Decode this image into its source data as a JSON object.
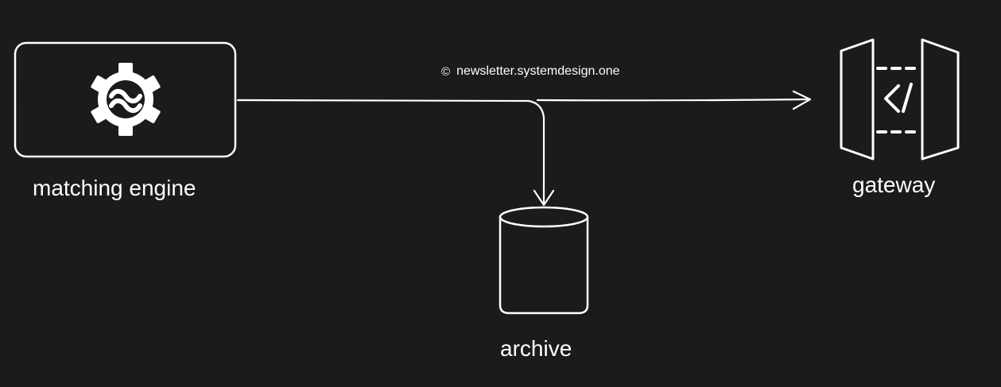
{
  "diagram": {
    "nodes": {
      "matching_engine": {
        "label": "matching engine",
        "icon": "gear-icon"
      },
      "gateway": {
        "label": "gateway",
        "icon": "api-gateway-icon"
      },
      "archive": {
        "label": "archive",
        "icon": "database-cylinder-icon"
      }
    },
    "edges": [
      {
        "from": "matching engine",
        "to": "gateway"
      },
      {
        "from": "matching engine",
        "to": "archive"
      }
    ],
    "watermark": {
      "symbol": "©",
      "text": "newsletter.systemdesign.one"
    },
    "colors": {
      "background": "#1b1b1b",
      "stroke": "#ffffff"
    }
  }
}
